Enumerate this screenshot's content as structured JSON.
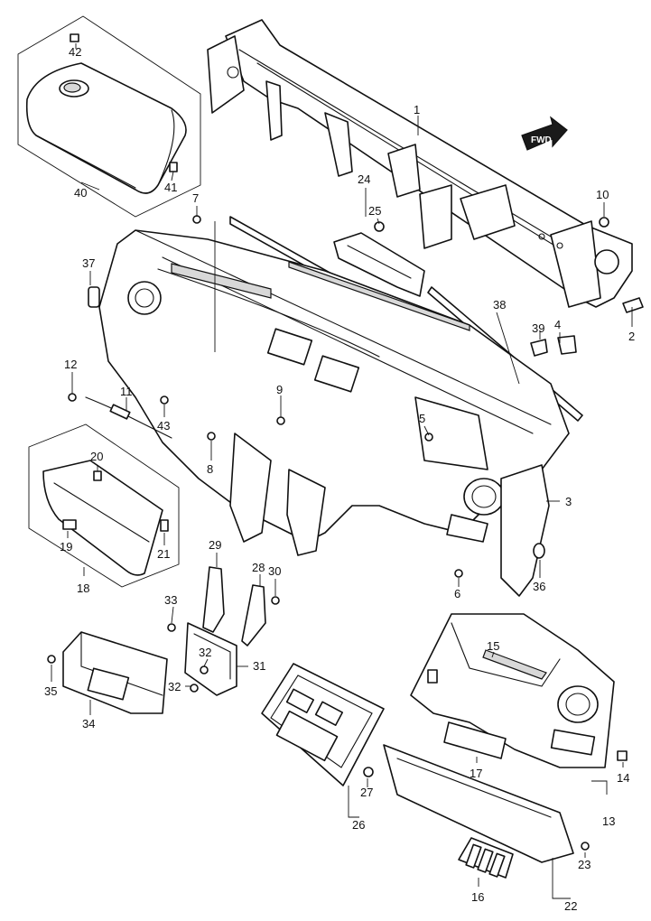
{
  "diagram": {
    "direction_badge": "FWD",
    "callouts": {
      "c1": "1",
      "c2": "2",
      "c3": "3",
      "c4": "4",
      "c5": "5",
      "c6": "6",
      "c7": "7",
      "c8": "8",
      "c9": "9",
      "c10": "10",
      "c11": "11",
      "c12": "12",
      "c13": "13",
      "c14": "14",
      "c15": "15",
      "c16": "16",
      "c17": "17",
      "c18": "18",
      "c19": "19",
      "c20": "20",
      "c21": "21",
      "c22": "22",
      "c23": "23",
      "c24": "24",
      "c25": "25",
      "c26": "26",
      "c27": "27",
      "c28": "28",
      "c29": "29",
      "c30": "30",
      "c31": "31",
      "c32a": "32",
      "c32b": "32",
      "c33": "33",
      "c34": "34",
      "c35": "35",
      "c36": "36",
      "c37": "37",
      "c38": "38",
      "c39": "39",
      "c40": "40",
      "c41": "41",
      "c42": "42",
      "c43": "43"
    }
  }
}
